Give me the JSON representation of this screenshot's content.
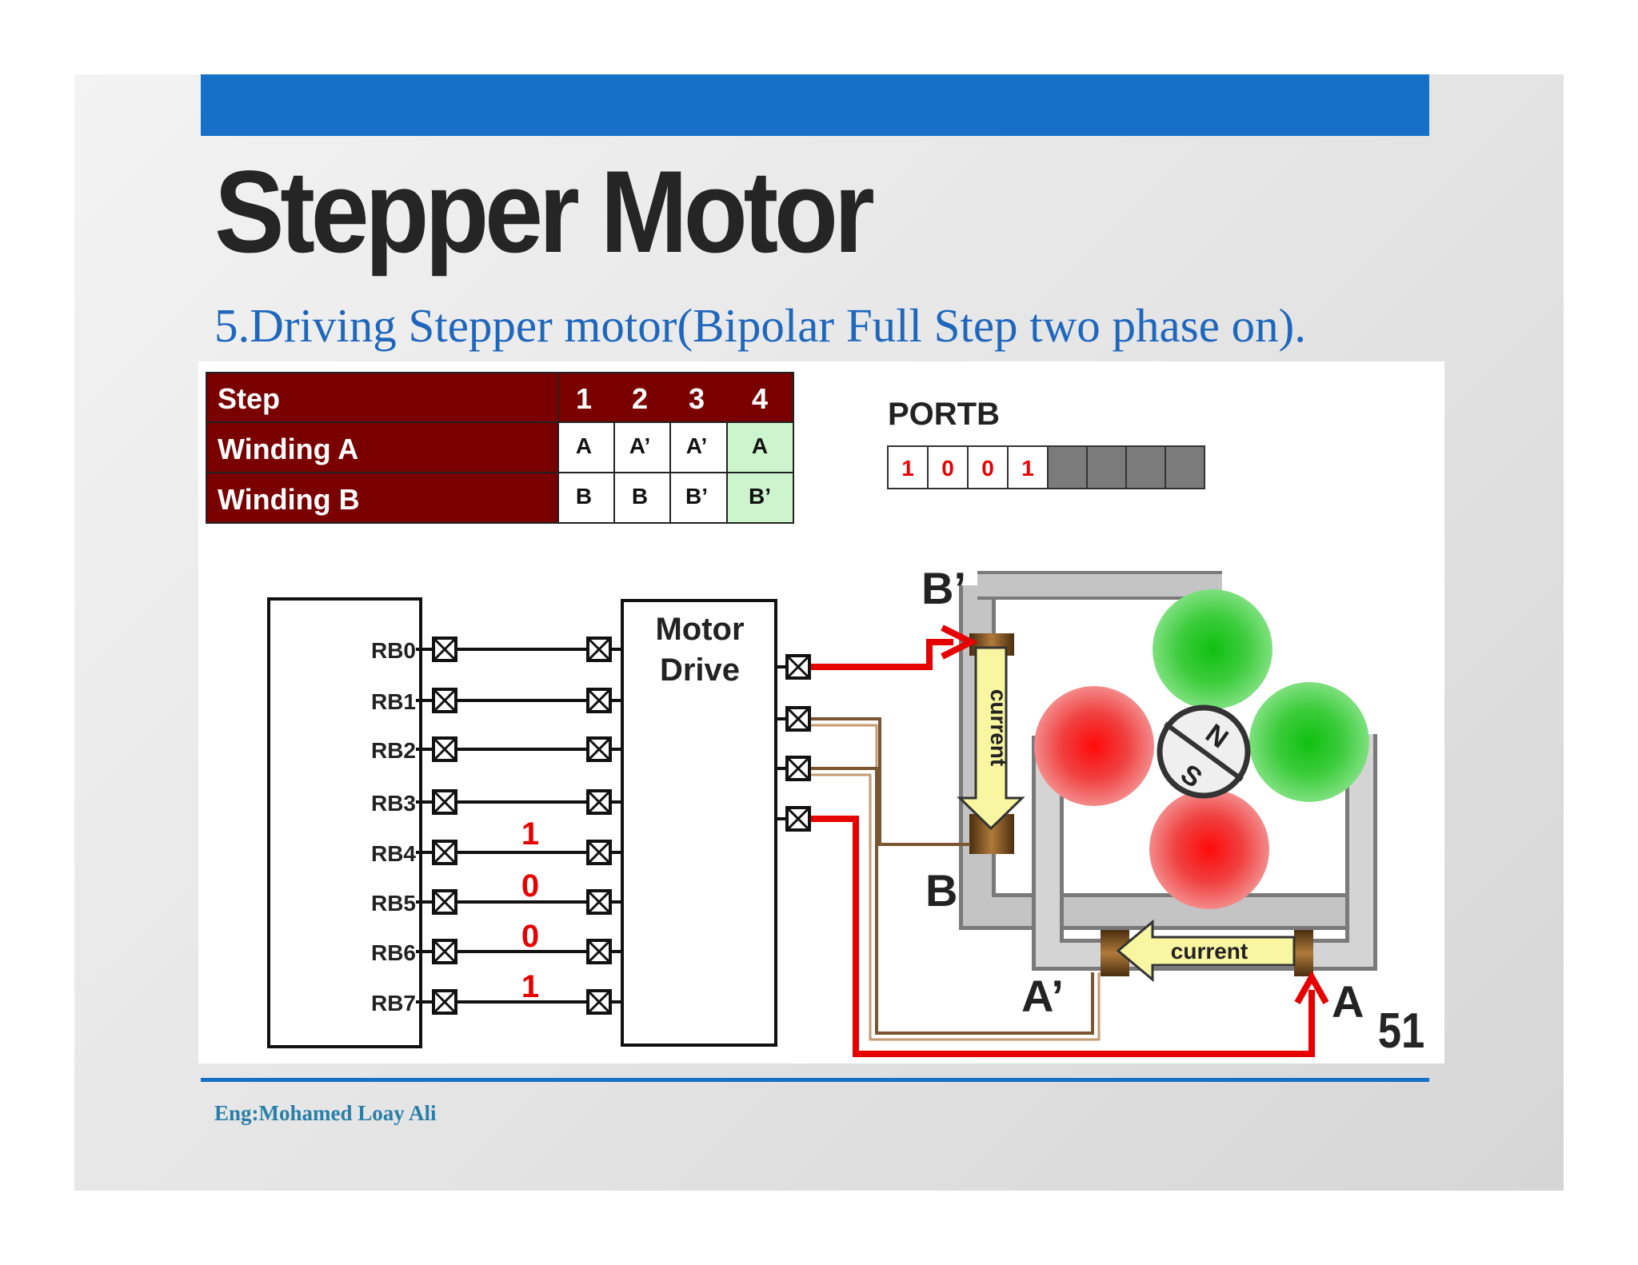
{
  "slide": {
    "title": "Stepper Motor",
    "subtitle": "5.Driving Stepper motor(Bipolar Full Step two phase on).",
    "footer": "Eng:Mohamed Loay Ali",
    "page_number": "51"
  },
  "step_table": {
    "header_label": "Step",
    "steps": [
      "1",
      "2",
      "3",
      "4"
    ],
    "rows": [
      {
        "label": "Winding A",
        "cells": [
          "A",
          "A’",
          "A’",
          "A"
        ]
      },
      {
        "label": "Winding B",
        "cells": [
          "B",
          "B",
          "B’",
          "B’"
        ]
      }
    ],
    "highlight_step": "4"
  },
  "portb": {
    "label": "PORTB",
    "bits": [
      "1",
      "0",
      "0",
      "1"
    ],
    "unused_bits": 4
  },
  "pins": [
    "RB0",
    "RB1",
    "RB2",
    "RB3",
    "RB4",
    "RB5",
    "RB6",
    "RB7"
  ],
  "pin_values": [
    "1",
    "0",
    "0",
    "1"
  ],
  "motor_drive": {
    "line1": "Motor",
    "line2": "Drive"
  },
  "coil_labels": {
    "b_prime": "B’",
    "b": "B",
    "a_prime": "A’",
    "a": "A"
  },
  "current_label": "current",
  "rotor": {
    "n": "N",
    "s": "S"
  },
  "colors": {
    "accent_blue": "#1670c8",
    "table_header": "#7a0000",
    "highlight_green": "#cdf5cd",
    "active_red": "#e60000",
    "inactive_brown": "#7a5530",
    "pole_green": "#22c022",
    "pole_red": "#ee2222"
  }
}
